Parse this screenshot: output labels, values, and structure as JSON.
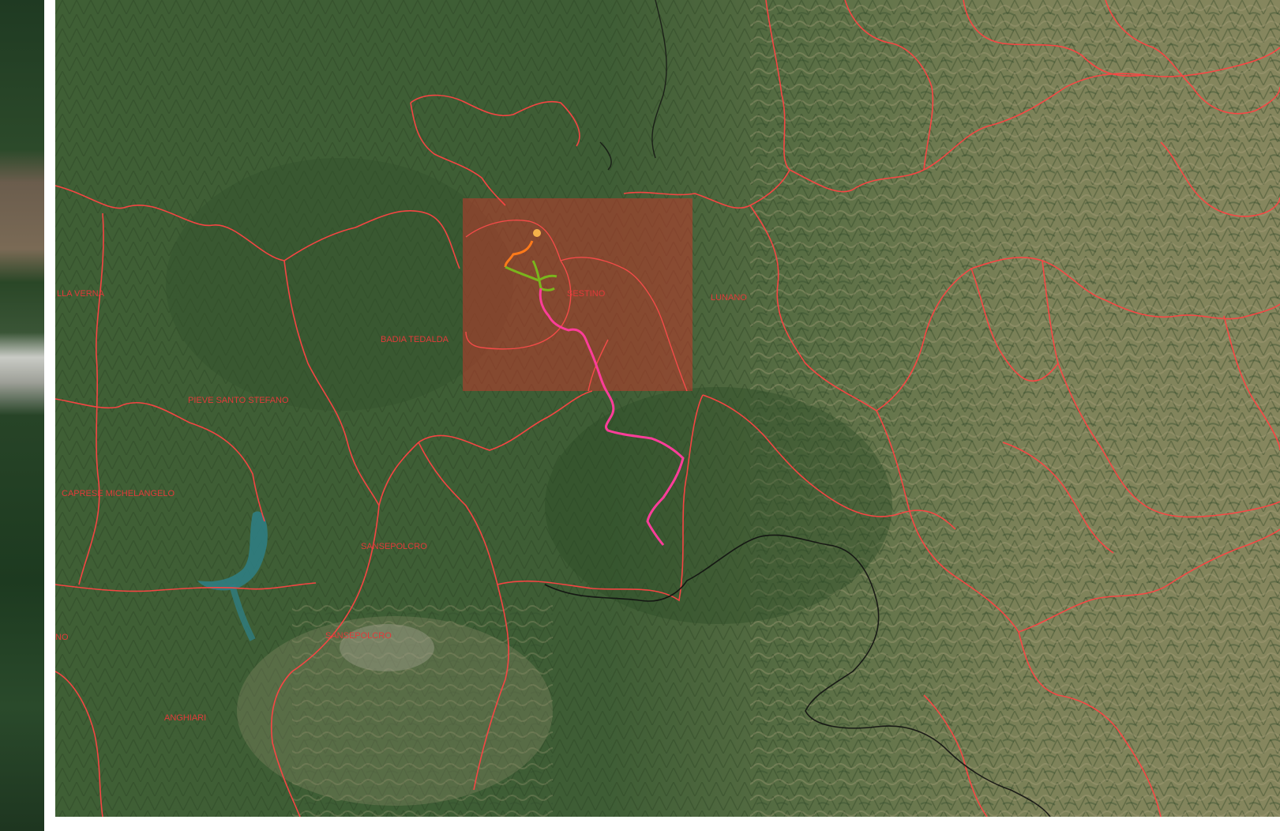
{
  "map": {
    "area_color": "#c0392b",
    "boundary_color": "#ff4444",
    "labels": [
      {
        "key": "la_verna",
        "text": "LLA VERNA"
      },
      {
        "key": "badia_tedalda",
        "text": "BADIA TEDALDA"
      },
      {
        "key": "pieve_santo_stefano",
        "text": "PIEVE SANTO STEFANO"
      },
      {
        "key": "caprese_michelangelo",
        "text": "CAPRESE MICHELANGELO"
      },
      {
        "key": "sansepolcro",
        "text": "SANSEPOLCRO"
      },
      {
        "key": "sansepolcro_town",
        "text": "SANSEPOLCRO"
      },
      {
        "key": "anghiari",
        "text": "ANGHIARI"
      },
      {
        "key": "area_label",
        "text": "SESTINO"
      },
      {
        "key": "right_label",
        "text": "LUNANO"
      },
      {
        "key": "left_edge_label",
        "text": "NO"
      }
    ],
    "trails": [
      {
        "name": "orange-trail",
        "color": "#ff7a1a"
      },
      {
        "name": "green-trail",
        "color": "#7ab51d"
      },
      {
        "name": "pink-trail",
        "color": "#ff3d9a"
      }
    ],
    "poi_color": "#f5b24a"
  }
}
